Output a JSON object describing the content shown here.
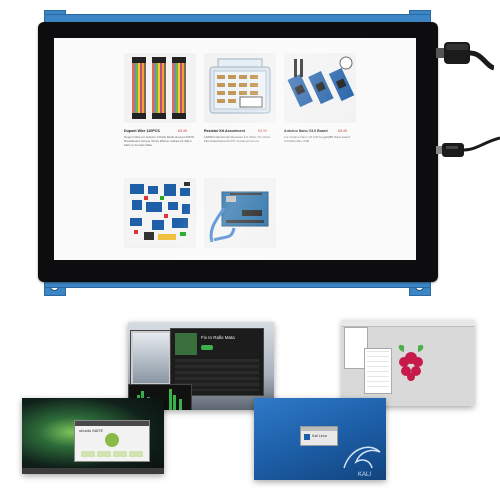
{
  "store": {
    "products": [
      {
        "title": "Dupont Wire 120PCS",
        "price": "£5.49",
        "description": "Dupont Wire for Arduino 3 Pack Multicoloured 40PIN Breadboard Jumper Wires Ribbon Cables kit 40pin Male to Female Male"
      },
      {
        "title": "Resistor Kit Assortment",
        "price": "£8.99",
        "description": "1280Pcs Electronic Resistors 1/4 Watts 1% Metal Film Assortment Kit DIY and Experiments"
      },
      {
        "title": "Arduino Nano V3.0 Board",
        "price": "£8.49",
        "description": "For Arduino Nano V3.0 ATmega328P Nano board CH340G Mini USB"
      },
      {
        "title": "",
        "price": "",
        "description": ""
      },
      {
        "title": "",
        "price": "",
        "description": ""
      }
    ]
  },
  "thumbnails": {
    "media_app": {
      "album_title": "Fix In Rallo Mata"
    },
    "raspbian": {
      "logo": "raspberry-pi-logo"
    },
    "ubuntu": {
      "window_title": "ubuntu MATE"
    },
    "kali": {
      "window_title": "Kali Linux"
    }
  },
  "colors": {
    "mount_blue": "#3d86c6",
    "bezel": "#0d0d0f",
    "raspberry_red": "#c51a4a",
    "kali_blue": "#1d5fa8",
    "ubuntu_green": "#8dba45"
  },
  "icons": [
    "hdmi-cable-icon",
    "usb-cable-icon",
    "raspberry-pi-logo",
    "kali-dragon-icon"
  ]
}
